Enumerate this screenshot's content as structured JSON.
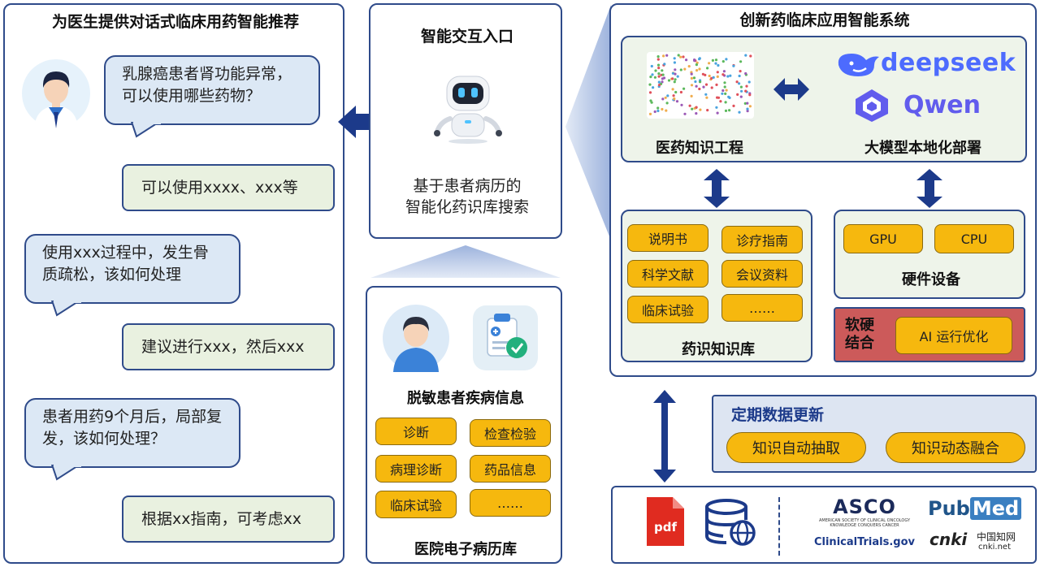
{
  "left_panel": {
    "title": "为医生提供对话式临床用药智能推荐",
    "dialog": [
      {
        "role": "q",
        "text": "乳腺癌患者肾功能异常，可以使用哪些药物？"
      },
      {
        "role": "a",
        "text": "可以使用xxxx、xxx等"
      },
      {
        "role": "q",
        "text": "使用xxx过程中，发生骨质疏松，该如何处理"
      },
      {
        "role": "a",
        "text": "建议进行xxx，然后xxx"
      },
      {
        "role": "q",
        "text": "患者用药9个月后，局部复发，该如何处理？"
      },
      {
        "role": "a",
        "text": "根据xx指南，可考虑xx"
      }
    ]
  },
  "entry_panel": {
    "title": "智能交互入口",
    "desc_line1": "基于患者病历的",
    "desc_line2": "智能化药识库搜索"
  },
  "emr_panel": {
    "section_label": "脱敏患者疾病信息",
    "tags": [
      "诊断",
      "检查检验",
      "病理诊断",
      "药品信息",
      "临床试验",
      "……"
    ],
    "footer": "医院电子病历库"
  },
  "system_panel": {
    "title": "创新药临床应用智能系统",
    "knowledge_eng": "医药知识工程",
    "llm_deploy": "大模型本地化部署",
    "llm_names": [
      "deepseek",
      "Qwen"
    ],
    "kb": {
      "tags": [
        "说明书",
        "诊疗指南",
        "科学文献",
        "会议资料",
        "临床试验",
        "……"
      ],
      "label": "药识知识库"
    },
    "hw": {
      "tags": [
        "GPU",
        "CPU"
      ],
      "label": "硬件设备"
    },
    "sw_hw": {
      "label_line1": "软硬",
      "label_line2": "结合",
      "tag": "AI 运行优化"
    }
  },
  "update_panel": {
    "title": "定期数据更新",
    "tags": [
      "知识自动抽取",
      "知识动态融合"
    ]
  },
  "sources": {
    "pdf_label": "pdf",
    "asco": "ASCO",
    "asco_sub1": "AMERICAN SOCIETY OF CLINICAL ONCOLOGY",
    "asco_sub2": "KNOWLEDGE CONQUERS CANCER",
    "clinicaltrials": "ClinicalTrials.gov",
    "pubmed_a": "Pub",
    "pubmed_b": "Med",
    "cnki": "cnki",
    "cnki_cn": "中国知网",
    "cnki_url": "cnki.net"
  },
  "colors": {
    "navy": "#1c3a8a",
    "border": "#2f4b8a",
    "tag": "#f6b80e",
    "answer_bg": "#e9f1e0",
    "question_bg": "#dce8f5",
    "red_box": "#cc5a5a"
  }
}
